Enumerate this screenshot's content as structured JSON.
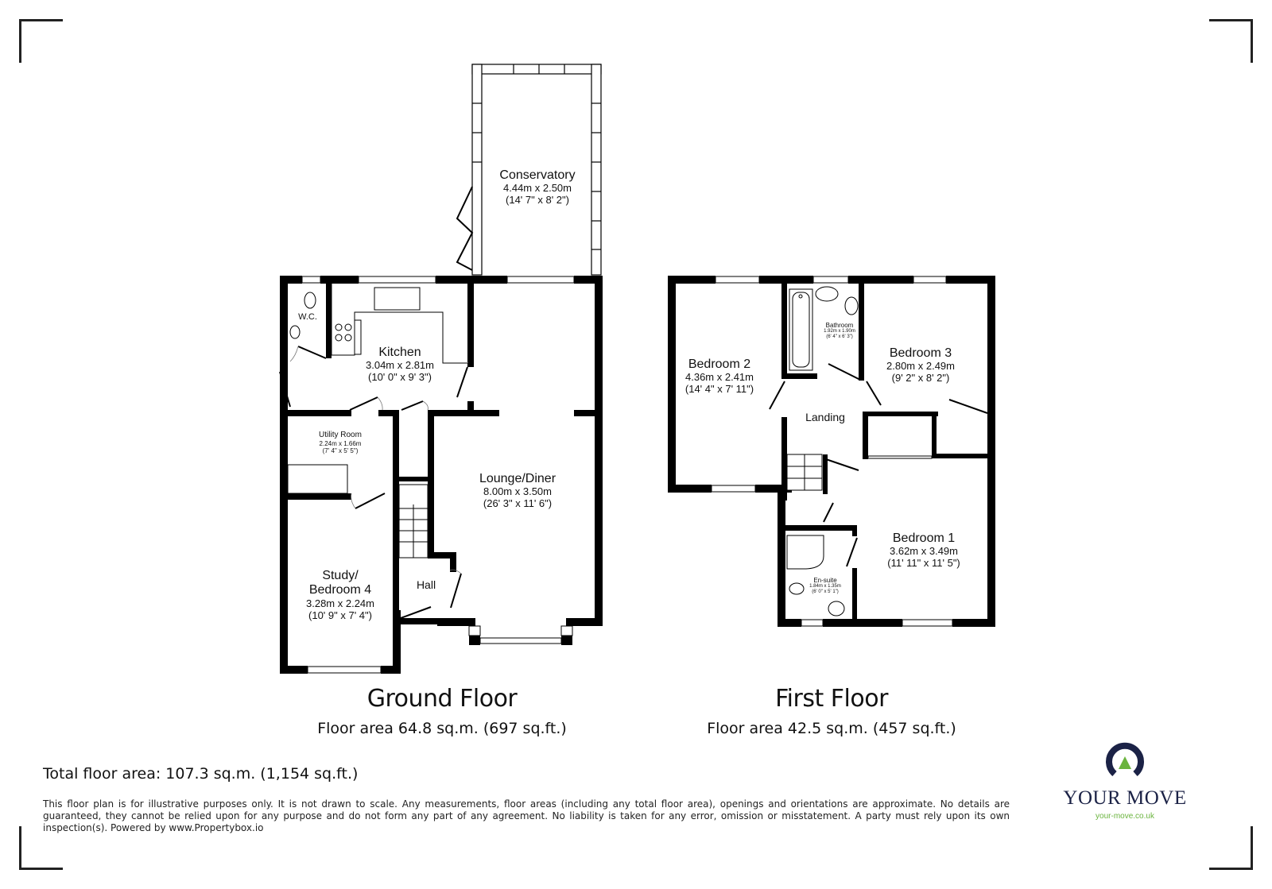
{
  "ground_floor": {
    "title": "Ground Floor",
    "area": "Floor area 64.8 sq.m. (697 sq.ft.)",
    "rooms": [
      {
        "name": "Conservatory",
        "dims_m": "4.44m x 2.50m",
        "dims_ft": "(14' 7\" x 8' 2\")"
      },
      {
        "name": "W.C.",
        "dims_m": "",
        "dims_ft": ""
      },
      {
        "name": "Kitchen",
        "dims_m": "3.04m x 2.81m",
        "dims_ft": "(10' 0\" x 9' 3\")"
      },
      {
        "name": "Utility Room",
        "dims_m": "2.24m x 1.66m",
        "dims_ft": "(7' 4\" x 5' 5\")"
      },
      {
        "name": "Lounge/Diner",
        "dims_m": "8.00m x 3.50m",
        "dims_ft": "(26' 3\" x 11' 6\")"
      },
      {
        "name_line1": "Study/",
        "name_line2": "Bedroom 4",
        "dims_m": "3.28m x 2.24m",
        "dims_ft": "(10' 9\" x 7' 4\")"
      },
      {
        "name": "Hall",
        "dims_m": "",
        "dims_ft": ""
      }
    ]
  },
  "first_floor": {
    "title": "First Floor",
    "area": "Floor area 42.5 sq.m. (457 sq.ft.)",
    "rooms": [
      {
        "name": "Bedroom 2",
        "dims_m": "4.36m x 2.41m",
        "dims_ft": "(14' 4\" x 7' 11\")"
      },
      {
        "name": "Bathroom",
        "dims_m": "1.92m x 1.90m",
        "dims_ft": "(6' 4\" x 6' 3\")"
      },
      {
        "name": "Bedroom 3",
        "dims_m": "2.80m x 2.49m",
        "dims_ft": "(9' 2\" x 8' 2\")"
      },
      {
        "name": "Landing",
        "dims_m": "",
        "dims_ft": ""
      },
      {
        "name": "Bedroom 1",
        "dims_m": "3.62m x 3.49m",
        "dims_ft": "(11' 11\" x 11' 5\")"
      },
      {
        "name": "En-suite",
        "dims_m": "1.84m x 1.35m",
        "dims_ft": "(6' 0\" x 5' 1\")"
      }
    ]
  },
  "total_area": "Total floor area: 107.3 sq.m. (1,154 sq.ft.)",
  "disclaimer": "This floor plan is for illustrative purposes only. It is not drawn to scale. Any measurements, floor areas (including any total floor area), openings and orientations are approximate. No details are guaranteed, they cannot be relied upon for any purpose and do not form any part of any agreement. No liability is taken for any error, omission or misstatement. A party must rely upon its own inspection(s). Powered by www.Propertybox.io",
  "logo": {
    "icon": "your-move-logo-icon",
    "name": "YOUR MOVE",
    "url": "your-move.co.uk",
    "colors": {
      "navy": "#1b2246",
      "green": "#6ab43e"
    }
  }
}
